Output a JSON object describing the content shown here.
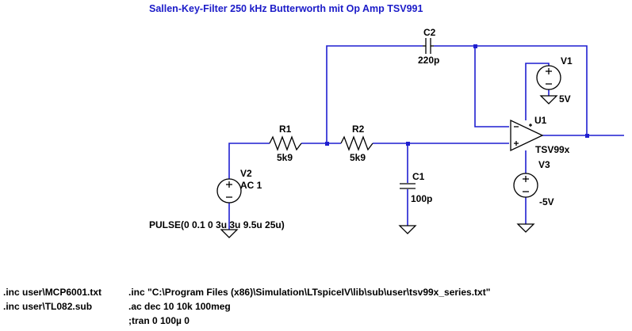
{
  "title": "Sallen-Key-Filter 250 kHz Butterworth mit Op Amp TSV991",
  "components": {
    "C2": {
      "name": "C2",
      "value": "220p"
    },
    "R1": {
      "name": "R1",
      "value": "5k9"
    },
    "R2": {
      "name": "R2",
      "value": "5k9"
    },
    "C1": {
      "name": "C1",
      "value": "100p"
    },
    "V1": {
      "name": "V1",
      "value": "5V"
    },
    "V2": {
      "name": "V2",
      "value": "AC 1",
      "pulse": "PULSE(0 0.1 0 3u 3u 9.5u 25u)"
    },
    "V3": {
      "name": "V3",
      "value": "-5V"
    },
    "U1": {
      "name": "U1",
      "model": "TSV99x"
    }
  },
  "directives": {
    "left": [
      ".inc user\\MCP6001.txt",
      ".inc user\\TL082.sub"
    ],
    "right": [
      ".inc \"C:\\Program Files (x86)\\Simulation\\LTspiceIV\\lib\\sub\\user\\tsv99x_series.txt\"",
      ".ac dec 10 10k 100meg",
      ";tran 0 100µ 0"
    ]
  },
  "colors": {
    "wire": "#1f1fd0",
    "title": "#1b1bc8",
    "component": "#000000"
  }
}
